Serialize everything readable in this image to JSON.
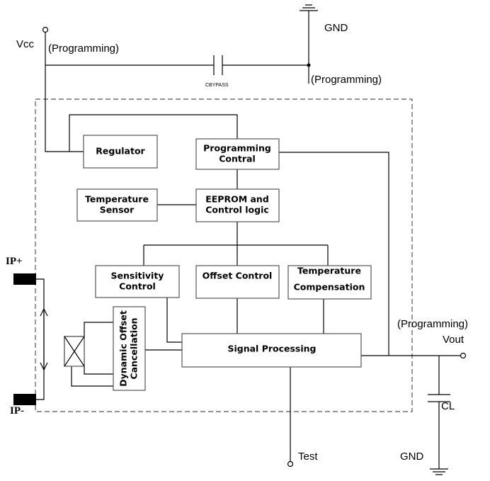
{
  "external_labels": {
    "vcc": "Vcc",
    "vcc_note": "(Programming)",
    "gnd_top": "GND",
    "gnd_note": "(Programming)",
    "cbypass": "CBYPASS",
    "ip_plus": "IP+",
    "ip_minus": "IP-",
    "vout_note": "(Programming)",
    "vout": "Vout",
    "cl": "CL",
    "gnd_bottom": "GND",
    "test": "Test"
  },
  "blocks": {
    "regulator": [
      "Regulator"
    ],
    "programming_control": [
      "Programming",
      "Contral"
    ],
    "temperature_sensor": [
      "Temperature",
      "Sensor"
    ],
    "eeprom": [
      "EEPROM and",
      "Control logic"
    ],
    "sensitivity_control": [
      "Sensitivity",
      "Control"
    ],
    "offset_control": [
      "Offset Control"
    ],
    "temperature_compensation": [
      "Temperature",
      "Compensation"
    ],
    "signal_processing": [
      "Signal Processing"
    ],
    "dynamic_offset": [
      "Dynamic Offset",
      "Cancellation"
    ]
  }
}
